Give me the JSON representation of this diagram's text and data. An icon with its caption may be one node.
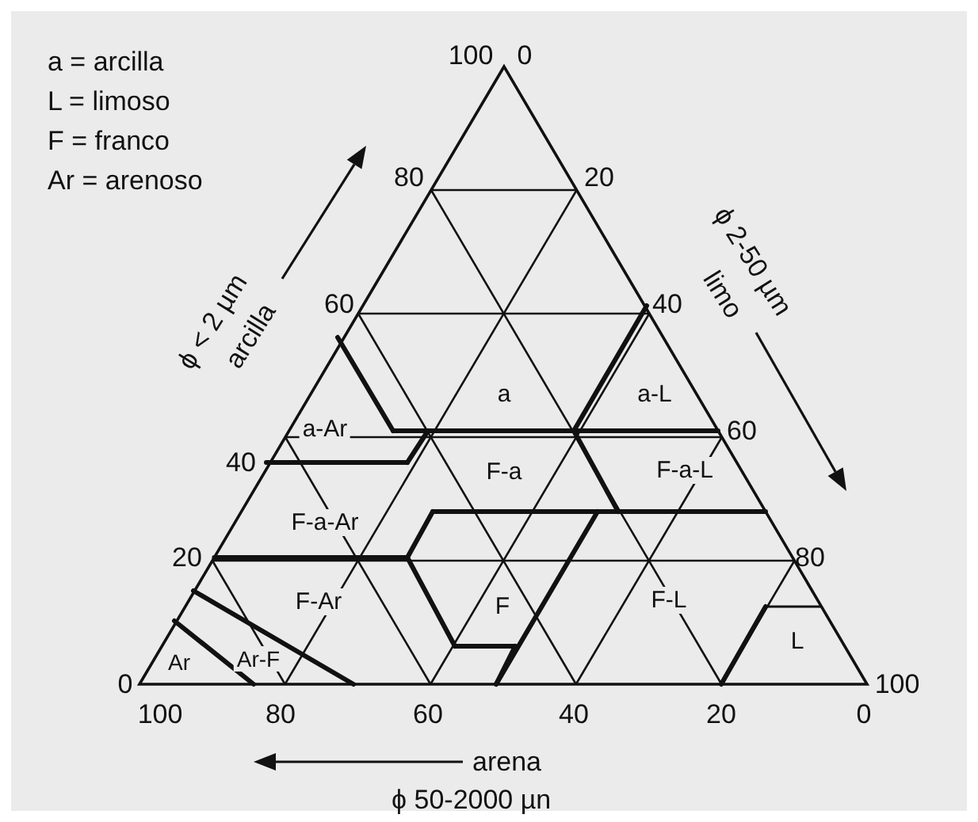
{
  "diagram": {
    "labels": [
      "a = arcilla",
      "L = limoso",
      "F = franco",
      "Ar = arenoso",
      "100",
      "0",
      "80",
      "20",
      "ϕ 2-50 µm",
      "limo",
      "ϕ < 2 µm",
      "arcilla",
      "60",
      "40",
      "a",
      "a-L",
      "a-Ar",
      "60",
      "40",
      "F-a",
      "F-a-L",
      "F-a-Ar",
      "20",
      "80",
      "F-Ar",
      "F",
      "F-L",
      "L",
      "Ar",
      "Ar-F",
      "0",
      "100",
      "100",
      "80",
      "60",
      "40",
      "20",
      "0",
      "arena",
      "ϕ 50-2000 µn"
    ]
  }
}
